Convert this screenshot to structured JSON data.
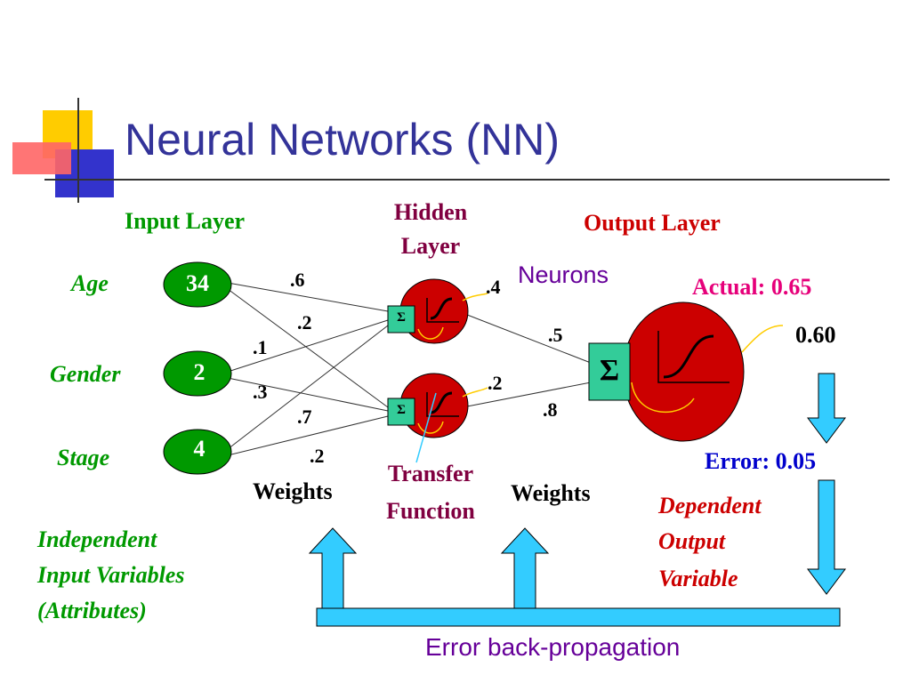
{
  "title": "Neural Networks (NN)",
  "layers": {
    "input": "Input Layer",
    "hidden_line1": "Hidden",
    "hidden_line2": "Layer",
    "output": "Output Layer",
    "neurons": "Neurons"
  },
  "inputs": [
    {
      "name": "Age",
      "value": "34"
    },
    {
      "name": "Gender",
      "value": "2"
    },
    {
      "name": "Stage",
      "value": "4"
    }
  ],
  "input_weights": [
    ".6",
    ".2",
    ".1",
    ".3",
    ".7",
    ".2"
  ],
  "hidden_weights": [
    ".4",
    ".2"
  ],
  "output_weights": [
    ".5",
    ".8"
  ],
  "sigma_small": "Σ",
  "sigma_large": "Σ",
  "actual_label": "Actual: 0.65",
  "predicted_value": "0.60",
  "error_label": "Error: 0.05",
  "weights_label_left": "Weights",
  "weights_label_right": "Weights",
  "transfer_line1": "Transfer",
  "transfer_line2": "Function",
  "dependent": [
    "Dependent",
    "Output",
    "Variable"
  ],
  "independent": [
    "Independent",
    "Input Variables",
    "(Attributes)"
  ],
  "backprop_label": "Error back-propagation",
  "colors": {
    "title": "#333399",
    "input_node": "#009900",
    "neuron": "#cc0000",
    "sigma_box": "#33cc99",
    "arrow": "#33ccff"
  }
}
